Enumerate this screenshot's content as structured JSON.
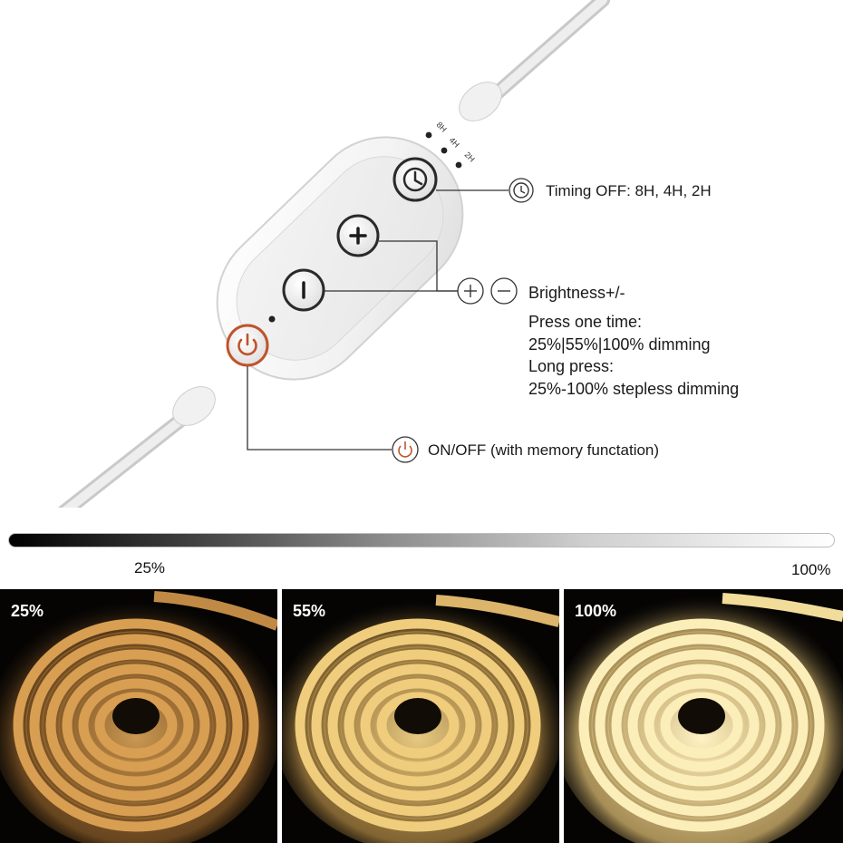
{
  "controller": {
    "timer_marks": [
      "8H",
      "4H",
      "2H"
    ]
  },
  "callouts": {
    "timing": "Timing OFF: 8H, 4H, 2H",
    "brightness_title": "Brightness+/-",
    "brightness_lines": [
      "Press one time:",
      "25%|55%|100% dimming",
      "Long press:",
      "25%-100% stepless dimming"
    ],
    "power": "ON/OFF (with memory functation)"
  },
  "brightness_scale": {
    "min_label": "25%",
    "max_label": "100%"
  },
  "panels": [
    {
      "label": "25%",
      "level": 0.25
    },
    {
      "label": "55%",
      "level": 0.55
    },
    {
      "label": "100%",
      "level": 1.0
    }
  ],
  "colors": {
    "line": "#333333",
    "power_accent": "#c0532a",
    "glow_25": "#e0a85a",
    "glow_55": "#f1cf7e",
    "glow_100": "#fbedb6"
  }
}
